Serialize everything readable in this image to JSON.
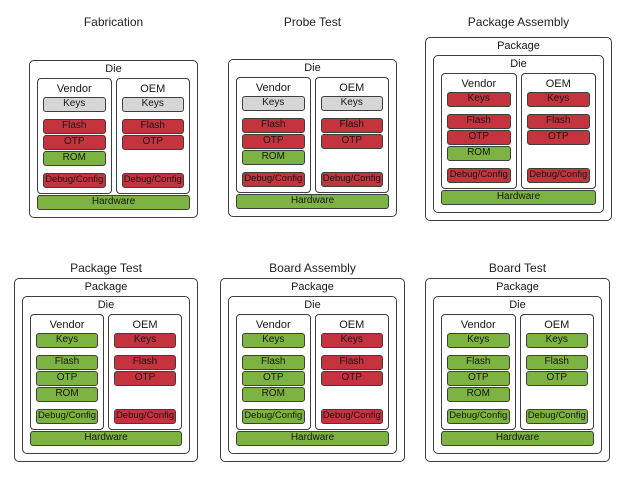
{
  "colors": {
    "red": "#c5333f",
    "green": "#7cb342",
    "gray": "#d6d6d6",
    "border": "#3e3e3e"
  },
  "panels": [
    {
      "title": "Fabrication",
      "die_label": "Die",
      "vendor": {
        "title": "Vendor",
        "keys": {
          "label": "Keys",
          "color": "gray"
        },
        "flash": {
          "label": "Flash",
          "color": "red"
        },
        "otp": {
          "label": "OTP",
          "color": "red"
        },
        "rom": {
          "label": "ROM",
          "color": "green"
        },
        "debug": {
          "label": "Debug/Config",
          "color": "red"
        }
      },
      "oem": {
        "title": "OEM",
        "keys": {
          "label": "Keys",
          "color": "gray"
        },
        "flash": {
          "label": "Flash",
          "color": "red"
        },
        "otp": {
          "label": "OTP",
          "color": "red"
        },
        "debug": {
          "label": "Debug/Config",
          "color": "red"
        }
      },
      "hardware": {
        "label": "Hardware",
        "color": "green"
      }
    },
    {
      "title": "Probe Test",
      "die_label": "Die",
      "vendor": {
        "title": "Vendor",
        "keys": {
          "label": "Keys",
          "color": "gray"
        },
        "flash": {
          "label": "Flash",
          "color": "red"
        },
        "otp": {
          "label": "OTP",
          "color": "red"
        },
        "rom": {
          "label": "ROM",
          "color": "green"
        },
        "debug": {
          "label": "Debug/Config",
          "color": "red"
        }
      },
      "oem": {
        "title": "OEM",
        "keys": {
          "label": "Keys",
          "color": "gray"
        },
        "flash": {
          "label": "Flash",
          "color": "red"
        },
        "otp": {
          "label": "OTP",
          "color": "red"
        },
        "debug": {
          "label": "Debug/Config",
          "color": "red"
        }
      },
      "hardware": {
        "label": "Hardware",
        "color": "green"
      }
    },
    {
      "title": "Package Assembly",
      "package_label": "Package",
      "die_label": "Die",
      "vendor": {
        "title": "Vendor",
        "keys": {
          "label": "Keys",
          "color": "red"
        },
        "flash": {
          "label": "Flash",
          "color": "red"
        },
        "otp": {
          "label": "OTP",
          "color": "red"
        },
        "rom": {
          "label": "ROM",
          "color": "green"
        },
        "debug": {
          "label": "Debug/Config",
          "color": "red"
        }
      },
      "oem": {
        "title": "OEM",
        "keys": {
          "label": "Keys",
          "color": "red"
        },
        "flash": {
          "label": "Flash",
          "color": "red"
        },
        "otp": {
          "label": "OTP",
          "color": "red"
        },
        "debug": {
          "label": "Debug/Config",
          "color": "red"
        }
      },
      "hardware": {
        "label": "Hardware",
        "color": "green"
      }
    },
    {
      "title": "Package Test",
      "package_label": "Package",
      "die_label": "Die",
      "vendor": {
        "title": "Vendor",
        "keys": {
          "label": "Keys",
          "color": "green"
        },
        "flash": {
          "label": "Flash",
          "color": "green"
        },
        "otp": {
          "label": "OTP",
          "color": "green"
        },
        "rom": {
          "label": "ROM",
          "color": "green"
        },
        "debug": {
          "label": "Debug/Config",
          "color": "green"
        }
      },
      "oem": {
        "title": "OEM",
        "keys": {
          "label": "Keys",
          "color": "red"
        },
        "flash": {
          "label": "Flash",
          "color": "red"
        },
        "otp": {
          "label": "OTP",
          "color": "red"
        },
        "debug": {
          "label": "Debug/Config",
          "color": "red"
        }
      },
      "hardware": {
        "label": "Hardware",
        "color": "green"
      }
    },
    {
      "title": "Board Assembly",
      "package_label": "Package",
      "die_label": "Die",
      "vendor": {
        "title": "Vendor",
        "keys": {
          "label": "Keys",
          "color": "green"
        },
        "flash": {
          "label": "Flash",
          "color": "green"
        },
        "otp": {
          "label": "OTP",
          "color": "green"
        },
        "rom": {
          "label": "ROM",
          "color": "green"
        },
        "debug": {
          "label": "Debug/Config",
          "color": "green"
        }
      },
      "oem": {
        "title": "OEM",
        "keys": {
          "label": "Keys",
          "color": "red"
        },
        "flash": {
          "label": "Flash",
          "color": "red"
        },
        "otp": {
          "label": "OTP",
          "color": "red"
        },
        "debug": {
          "label": "Debug/Config",
          "color": "red"
        }
      },
      "hardware": {
        "label": "Hardware",
        "color": "green"
      }
    },
    {
      "title": "Board Test",
      "package_label": "Package",
      "die_label": "Die",
      "vendor": {
        "title": "Vendor",
        "keys": {
          "label": "Keys",
          "color": "green"
        },
        "flash": {
          "label": "Flash",
          "color": "green"
        },
        "otp": {
          "label": "OTP",
          "color": "green"
        },
        "rom": {
          "label": "ROM",
          "color": "green"
        },
        "debug": {
          "label": "Debug/Config",
          "color": "green"
        }
      },
      "oem": {
        "title": "OEM",
        "keys": {
          "label": "Keys",
          "color": "green"
        },
        "flash": {
          "label": "Flash",
          "color": "green"
        },
        "otp": {
          "label": "OTP",
          "color": "green"
        },
        "debug": {
          "label": "Debug/Config",
          "color": "green"
        }
      },
      "hardware": {
        "label": "Hardware",
        "color": "green"
      }
    }
  ]
}
